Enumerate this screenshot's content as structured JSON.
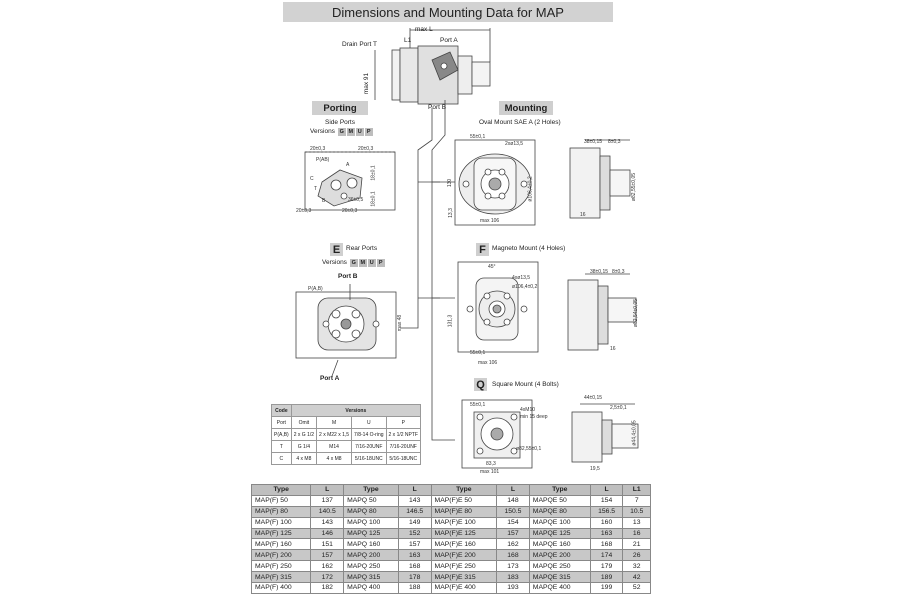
{
  "title": "Dimensions and Mounting Data for MAP",
  "top_drawing": {
    "max_L": "max L",
    "L1": "L1",
    "drain_port": "Drain Port T",
    "port_a": "Port A",
    "port_b": "Port B",
    "max_height": "max 91"
  },
  "porting": {
    "heading": "Porting",
    "side_ports": "Side Ports",
    "versions_label": "Versions",
    "version_codes": [
      "G",
      "M",
      "U",
      "P"
    ],
    "dims": [
      "20±0,3",
      "20±0,3",
      "P(AB)",
      "A",
      "B",
      "C",
      "T",
      "36±0,5",
      "20±0,3",
      "20±0,3",
      "18±0,1",
      "18±0,1"
    ]
  },
  "rear_ports": {
    "letter": "E",
    "label": "Rear Ports",
    "versions_label": "Versions",
    "version_codes": [
      "G",
      "M",
      "U",
      "P"
    ],
    "port_b": "Port B",
    "port_a": "Port A",
    "p_ab": "P(A,B)",
    "max_label": "max 48"
  },
  "mounting": {
    "heading": "Mounting",
    "oval_title": "Oval Mount SAE A (2 Holes)",
    "oval_dims": [
      "55±0,1",
      "2xø13,5",
      "ø106,4±0,2",
      "130",
      "13,3",
      "max 106",
      "38±0,15",
      "8±0,3",
      "ø82,55±0,05",
      "16"
    ],
    "magneto_letter": "F",
    "magneto_title": "Magneto Mount (4 Holes)",
    "magneto_dims": [
      "45°",
      "4xø13,5",
      "ø106,4±0,2",
      "131,3",
      "55±0,1",
      "max 106",
      "38±0,15",
      "8±0,3",
      "ø82,54±0,05",
      "16"
    ],
    "square_letter": "Q",
    "square_title": "Square Mount (4 Bolts)",
    "square_dims": [
      "55±0,1",
      "4xM10",
      "min 15 deep",
      "ø82,55±0,1",
      "83,3",
      "max 101",
      "44±0,15",
      "2,5±0,1",
      "ø44,4±0,05",
      "19,5"
    ]
  },
  "versions_table": {
    "code_label": "Code",
    "port_label": "Port",
    "header": "Versions",
    "columns": [
      "Omit",
      "M",
      "U",
      "P"
    ],
    "rows": [
      {
        "port": "P(A,B)",
        "values": [
          "2 x G 1/2",
          "2 x M22 x 1,5",
          "7/8-14 O-ring",
          "2 x 1/2 NPTF"
        ]
      },
      {
        "port": "T",
        "values": [
          "G 1/4",
          "M14",
          "7/16-20UNF",
          "7/16-20UNF"
        ]
      },
      {
        "port": "C",
        "values": [
          "4 x M8",
          "4 x M8",
          "5/16-18UNC",
          "5/16-18UNC"
        ]
      }
    ]
  },
  "data_table": {
    "headers": [
      "Type",
      "L",
      "Type",
      "L",
      "Type",
      "L",
      "Type",
      "L",
      "L1"
    ],
    "rows": [
      [
        "MAP(F) 50",
        "137",
        "MAPQ 50",
        "143",
        "MAP(F)E 50",
        "148",
        "MAPQE 50",
        "154",
        "7"
      ],
      [
        "MAP(F) 80",
        "140.5",
        "MAPQ 80",
        "146.5",
        "MAP(F)E 80",
        "150.5",
        "MAPQE 80",
        "156.5",
        "10.5"
      ],
      [
        "MAP(F) 100",
        "143",
        "MAPQ 100",
        "149",
        "MAP(F)E 100",
        "154",
        "MAPQE 100",
        "160",
        "13"
      ],
      [
        "MAP(F) 125",
        "146",
        "MAPQ 125",
        "152",
        "MAP(F)E 125",
        "157",
        "MAPQE 125",
        "163",
        "16"
      ],
      [
        "MAP(F) 160",
        "151",
        "MAPQ 160",
        "157",
        "MAP(F)E 160",
        "162",
        "MAPQE 160",
        "168",
        "21"
      ],
      [
        "MAP(F) 200",
        "157",
        "MAPQ 200",
        "163",
        "MAP(F)E 200",
        "168",
        "MAPQE 200",
        "174",
        "26"
      ],
      [
        "MAP(F) 250",
        "162",
        "MAPQ 250",
        "168",
        "MAP(F)E 250",
        "173",
        "MAPQE 250",
        "179",
        "32"
      ],
      [
        "MAP(F) 315",
        "172",
        "MAPQ 315",
        "178",
        "MAP(F)E 315",
        "183",
        "MAPQE 315",
        "189",
        "42"
      ],
      [
        "MAP(F) 400",
        "182",
        "MAPQ 400",
        "188",
        "MAP(F)E 400",
        "193",
        "MAPQE 400",
        "199",
        "52"
      ]
    ]
  }
}
